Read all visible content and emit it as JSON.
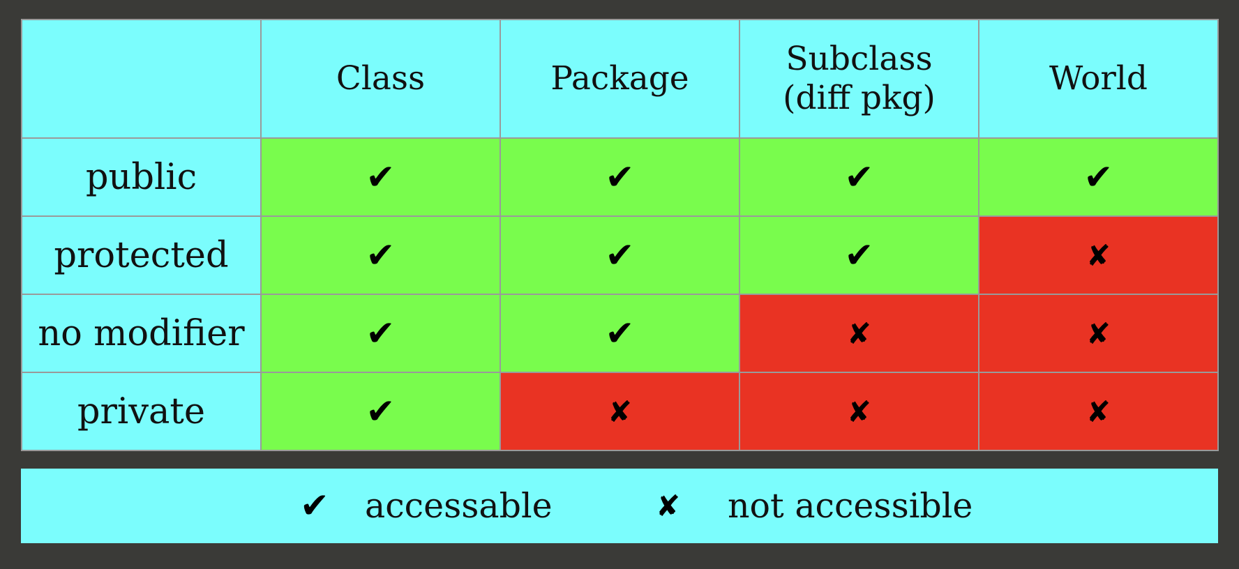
{
  "table": {
    "columns": [
      "",
      "Class",
      "Package",
      "Subclass\n(diff pkg)",
      "World"
    ],
    "rows": [
      {
        "label": "public",
        "cells": [
          "✔",
          "✔",
          "✔",
          "✔"
        ],
        "access": [
          true,
          true,
          true,
          true
        ]
      },
      {
        "label": "protected",
        "cells": [
          "✔",
          "✔",
          "✔",
          "✘"
        ],
        "access": [
          true,
          true,
          true,
          false
        ]
      },
      {
        "label": "no modifier",
        "cells": [
          "✔",
          "✔",
          "✘",
          "✘"
        ],
        "access": [
          true,
          true,
          false,
          false
        ]
      },
      {
        "label": "private",
        "cells": [
          "✔",
          "✘",
          "✘",
          "✘"
        ],
        "access": [
          true,
          false,
          false,
          false
        ]
      }
    ]
  },
  "legend": {
    "check_symbol": "✔",
    "check_label": "accessable",
    "cross_symbol": "✘",
    "cross_label": "not accessible"
  },
  "colors": {
    "background": "#3a3a37",
    "header": "#7bfdfd",
    "accessible": "#79fc4d",
    "not_accessible": "#e93323",
    "grid": "#9a9a9a"
  }
}
